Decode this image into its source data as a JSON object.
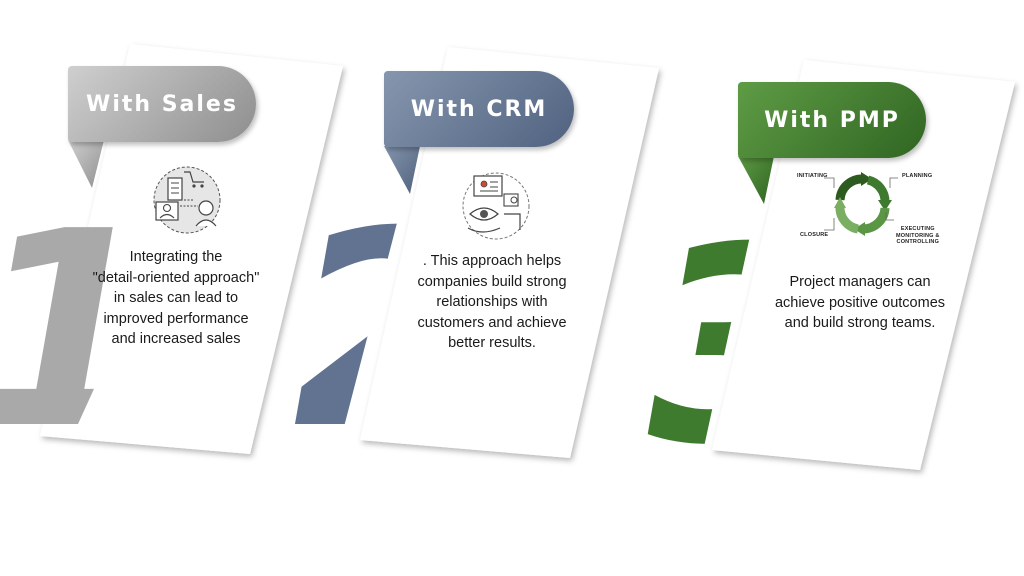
{
  "colors": {
    "sales": "#a6a6a6",
    "crm": "#667894",
    "pmp": "#3e7a2e",
    "card": "#ffffff"
  },
  "cards": [
    {
      "id": "sales",
      "number": "1",
      "title": "With Sales",
      "icon": "sales-analytics-icon",
      "description": "Integrating the\n\"detail-oriented approach\"\nin sales can lead to\nimproved performance\nand increased sales"
    },
    {
      "id": "crm",
      "number": "2",
      "title": "With CRM",
      "icon": "crm-monitoring-icon",
      "description": ". This approach helps\ncompanies build strong\nrelationships with\ncustomers and achieve\nbetter results."
    },
    {
      "id": "pmp",
      "number": "3",
      "title": "With PMP",
      "icon": "project-cycle-icon",
      "description": "Project managers can\nachieve positive outcomes\nand build strong teams.",
      "cycle_labels": {
        "initiating": "INITIATING",
        "planning": "PLANNING",
        "executing": "EXECUTING\nMONITORING &\nCONTROLLING",
        "closure": "CLOSURE"
      }
    }
  ]
}
